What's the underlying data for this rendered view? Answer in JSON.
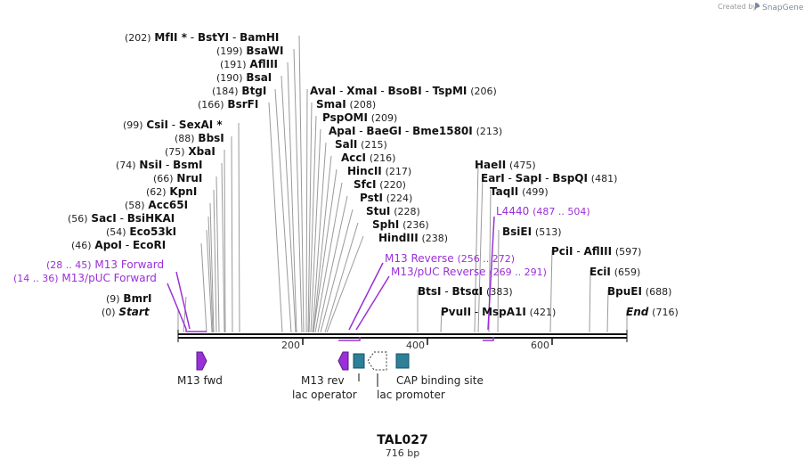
{
  "credit": {
    "prefix": "Created by",
    "brand": "SnapGene"
  },
  "title": "TAL027",
  "length_label": "716 bp",
  "ruler": {
    "ticks": [
      "200",
      "400",
      "600"
    ]
  },
  "colors": {
    "primer": "#9a30d8",
    "feature_teal": "#2e7f98",
    "line": "#111111"
  },
  "sites": [
    {
      "pos": "(202)",
      "names": [
        "MfII *",
        "BstYI",
        "BamHI"
      ]
    },
    {
      "pos": "(199)",
      "names": [
        "BsaWI"
      ]
    },
    {
      "pos": "(191)",
      "names": [
        "AflIII"
      ]
    },
    {
      "pos": "(190)",
      "names": [
        "BsaI"
      ]
    },
    {
      "pos": "(184)",
      "names": [
        "BtgI"
      ]
    },
    {
      "pos": "(166)",
      "names": [
        "BsrFI"
      ]
    },
    {
      "pos": "(99)",
      "names": [
        "CsiI",
        "SexAI *"
      ]
    },
    {
      "pos": "(88)",
      "names": [
        "BbsI"
      ]
    },
    {
      "pos": "(75)",
      "names": [
        "XbaI"
      ]
    },
    {
      "pos": "(74)",
      "names": [
        "NsiI",
        "BsmI"
      ]
    },
    {
      "pos": "(66)",
      "names": [
        "NruI"
      ]
    },
    {
      "pos": "(62)",
      "names": [
        "KpnI"
      ]
    },
    {
      "pos": "(58)",
      "names": [
        "Acc65I"
      ]
    },
    {
      "pos": "(56)",
      "names": [
        "SacI",
        "BsiHKAI"
      ]
    },
    {
      "pos": "(54)",
      "names": [
        "Eco53kI"
      ]
    },
    {
      "pos": "(46)",
      "names": [
        "ApoI",
        "EcoRI"
      ]
    },
    {
      "pos": "(9)",
      "names": [
        "BmrI"
      ]
    },
    {
      "pos": "(0)",
      "names": [
        "Start"
      ]
    },
    {
      "pos": "(206)",
      "names": [
        "AvaI",
        "XmaI",
        "BsoBI",
        "TspMI"
      ]
    },
    {
      "pos": "(208)",
      "names": [
        "SmaI"
      ]
    },
    {
      "pos": "(209)",
      "names": [
        "PspOMI"
      ]
    },
    {
      "pos": "(213)",
      "names": [
        "ApaI",
        "BaeGI",
        "Bme1580I"
      ]
    },
    {
      "pos": "(215)",
      "names": [
        "SalI"
      ]
    },
    {
      "pos": "(216)",
      "names": [
        "AccI"
      ]
    },
    {
      "pos": "(217)",
      "names": [
        "HincII"
      ]
    },
    {
      "pos": "(220)",
      "names": [
        "SfcI"
      ]
    },
    {
      "pos": "(224)",
      "names": [
        "PstI"
      ]
    },
    {
      "pos": "(228)",
      "names": [
        "StuI"
      ]
    },
    {
      "pos": "(236)",
      "names": [
        "SphI"
      ]
    },
    {
      "pos": "(238)",
      "names": [
        "HindIII"
      ]
    },
    {
      "pos": "(475)",
      "names": [
        "HaeII"
      ]
    },
    {
      "pos": "(481)",
      "names": [
        "EarI",
        "SapI",
        "BspQI"
      ]
    },
    {
      "pos": "(499)",
      "names": [
        "TaqII"
      ]
    },
    {
      "pos": "(513)",
      "names": [
        "BsiEI"
      ]
    },
    {
      "pos": "(383)",
      "names": [
        "BtsI",
        "BtsαI"
      ]
    },
    {
      "pos": "(421)",
      "names": [
        "PvuII",
        "MspA1I"
      ]
    },
    {
      "pos": "(597)",
      "names": [
        "PciI",
        "AflIII"
      ]
    },
    {
      "pos": "(659)",
      "names": [
        "EciI"
      ]
    },
    {
      "pos": "(688)",
      "names": [
        "BpuEI"
      ]
    },
    {
      "pos": "(716)",
      "names": [
        "End"
      ]
    }
  ],
  "primers": [
    {
      "range": "(28 .. 45)",
      "name": "M13 Forward"
    },
    {
      "range": "(14 .. 36)",
      "name": "M13/pUC Forward"
    },
    {
      "name": "M13 Reverse",
      "range": "(256 .. 272)"
    },
    {
      "name": "M13/pUC Reverse",
      "range": "(269 .. 291)"
    },
    {
      "name": "L4440",
      "range": "(487 .. 504)"
    }
  ],
  "features": {
    "m13_fwd": "M13 fwd",
    "m13_rev": "M13 rev",
    "lac_operator": "lac operator",
    "lac_promoter": "lac promoter",
    "cap_site": "CAP binding site"
  }
}
